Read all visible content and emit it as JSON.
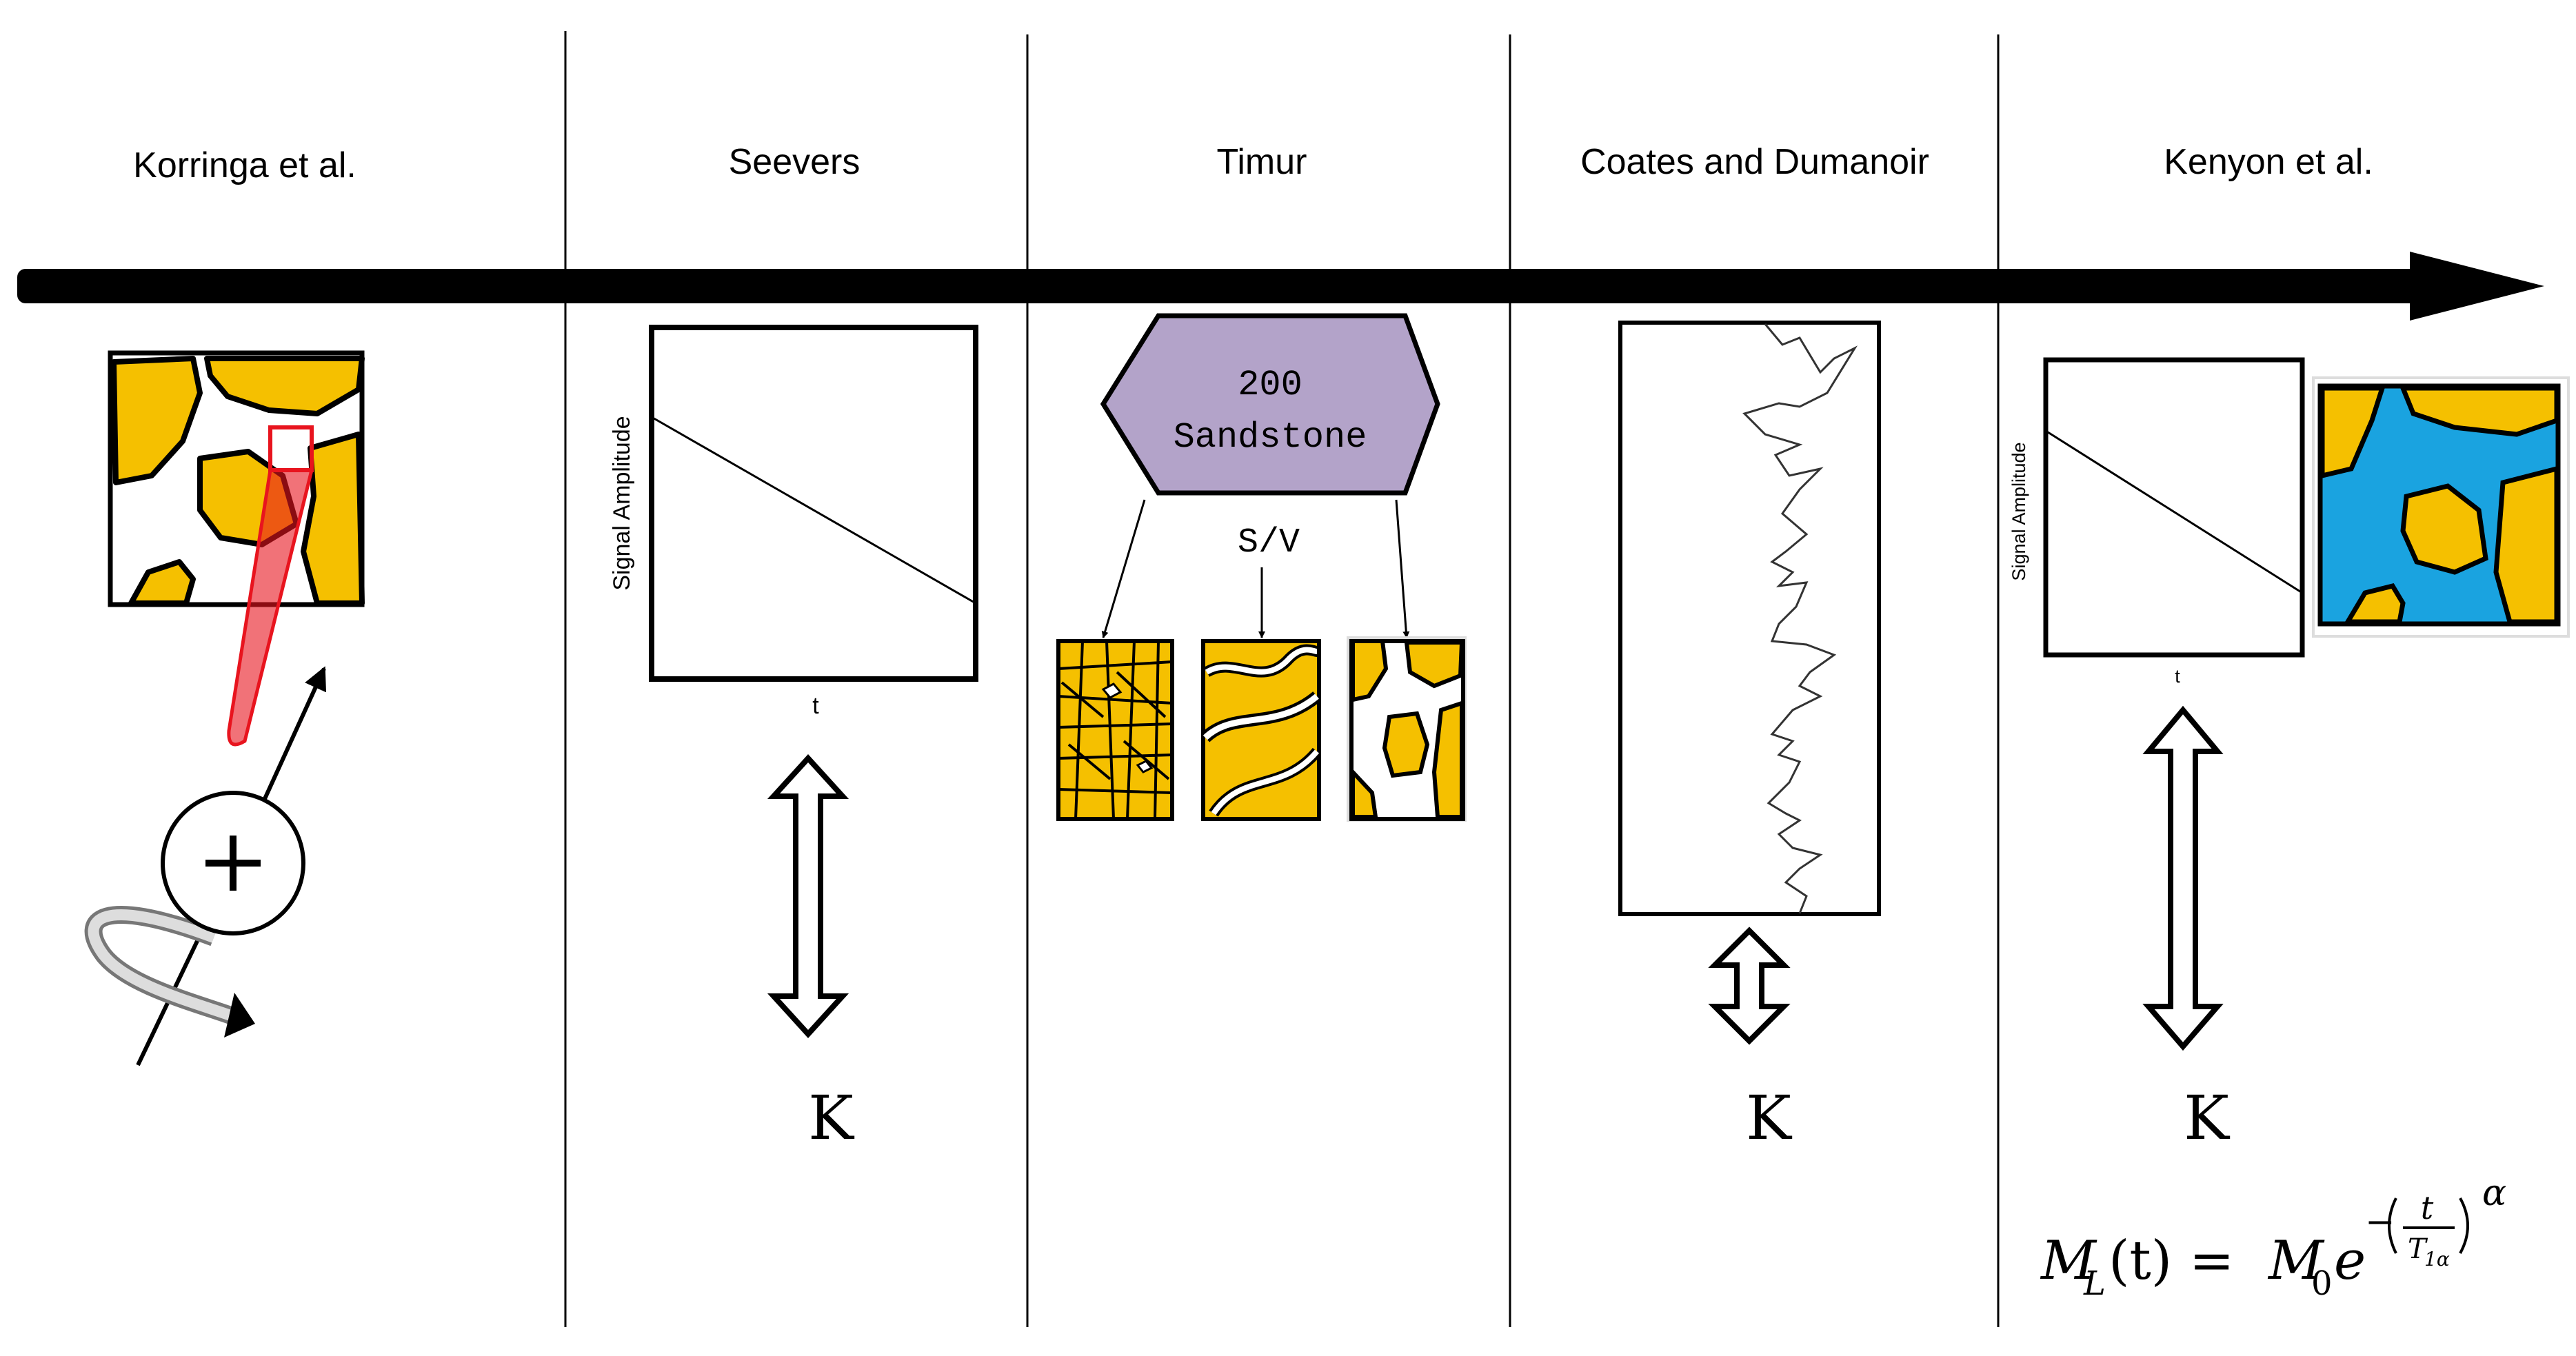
{
  "timeline": {
    "eras": [
      {
        "name": "Korringa et al."
      },
      {
        "name": "Seevers"
      },
      {
        "name": "Timur"
      },
      {
        "name": "Coates and Dumanoir"
      },
      {
        "name": "Kenyon et al."
      }
    ]
  },
  "seevers": {
    "y_label": "Signal Amplitude",
    "x_label": "t",
    "k_label": "K"
  },
  "timur": {
    "hexagon_line1": "200",
    "hexagon_line2": "Sandstone",
    "sv_label": "S/V"
  },
  "coates": {
    "k_label": "K"
  },
  "kenyon": {
    "y_label": "Signal Amplitude",
    "x_label": "t",
    "k_label": "K",
    "equation": {
      "lhs_M": "M",
      "lhs_sub": "L",
      "lhs_arg": "(t) =",
      "rhs_M": "M",
      "rhs_sub": "0",
      "e": "e",
      "exp_minus": "−",
      "frac_num": "t",
      "frac_den": "T",
      "frac_den_sub": "1α",
      "power": "α"
    }
  },
  "colors": {
    "grain": "#f5c000",
    "pore_water": "#1aa3e0",
    "hexagon": "#b3a3c9",
    "highlight": "#e8141e"
  },
  "icons": {
    "spin": "proton-spin-icon"
  }
}
